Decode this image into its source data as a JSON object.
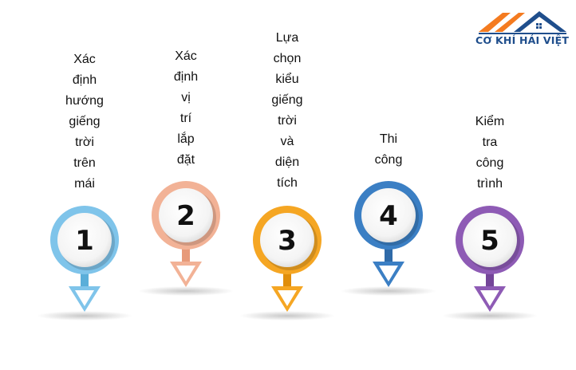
{
  "brand": {
    "name": "CƠ KHÍ HẢI VIỆT",
    "colors": {
      "roof_orange": "#f47b20",
      "roof_blue": "#1f4e8c"
    }
  },
  "steps": [
    {
      "number": "1",
      "label": "Xác\nđịnh\nhướng\ngiếng\ntrời\ntrên\nmái",
      "color": "#7fc4ea",
      "dark": "#5aaed9",
      "pointer": "down"
    },
    {
      "number": "2",
      "label": "Xác\nđịnh\nvị\ntrí\nlắp\nđặt",
      "color": "#f2b296",
      "dark": "#e79a79",
      "pointer": "down"
    },
    {
      "number": "3",
      "label": "Lựa\nchọn\nkiểu\ngiếng\ntrời\nvà\ndiện\ntích",
      "color": "#f5a623",
      "dark": "#e08e0b",
      "pointer": "down"
    },
    {
      "number": "4",
      "label": "Thi\ncông",
      "color": "#3b7fc4",
      "dark": "#2f6aa8",
      "pointer": "down"
    },
    {
      "number": "5",
      "label": "Kiểm\ntra\ncông\ntrình",
      "color": "#8e5bb5",
      "dark": "#744599",
      "pointer": "down"
    }
  ]
}
